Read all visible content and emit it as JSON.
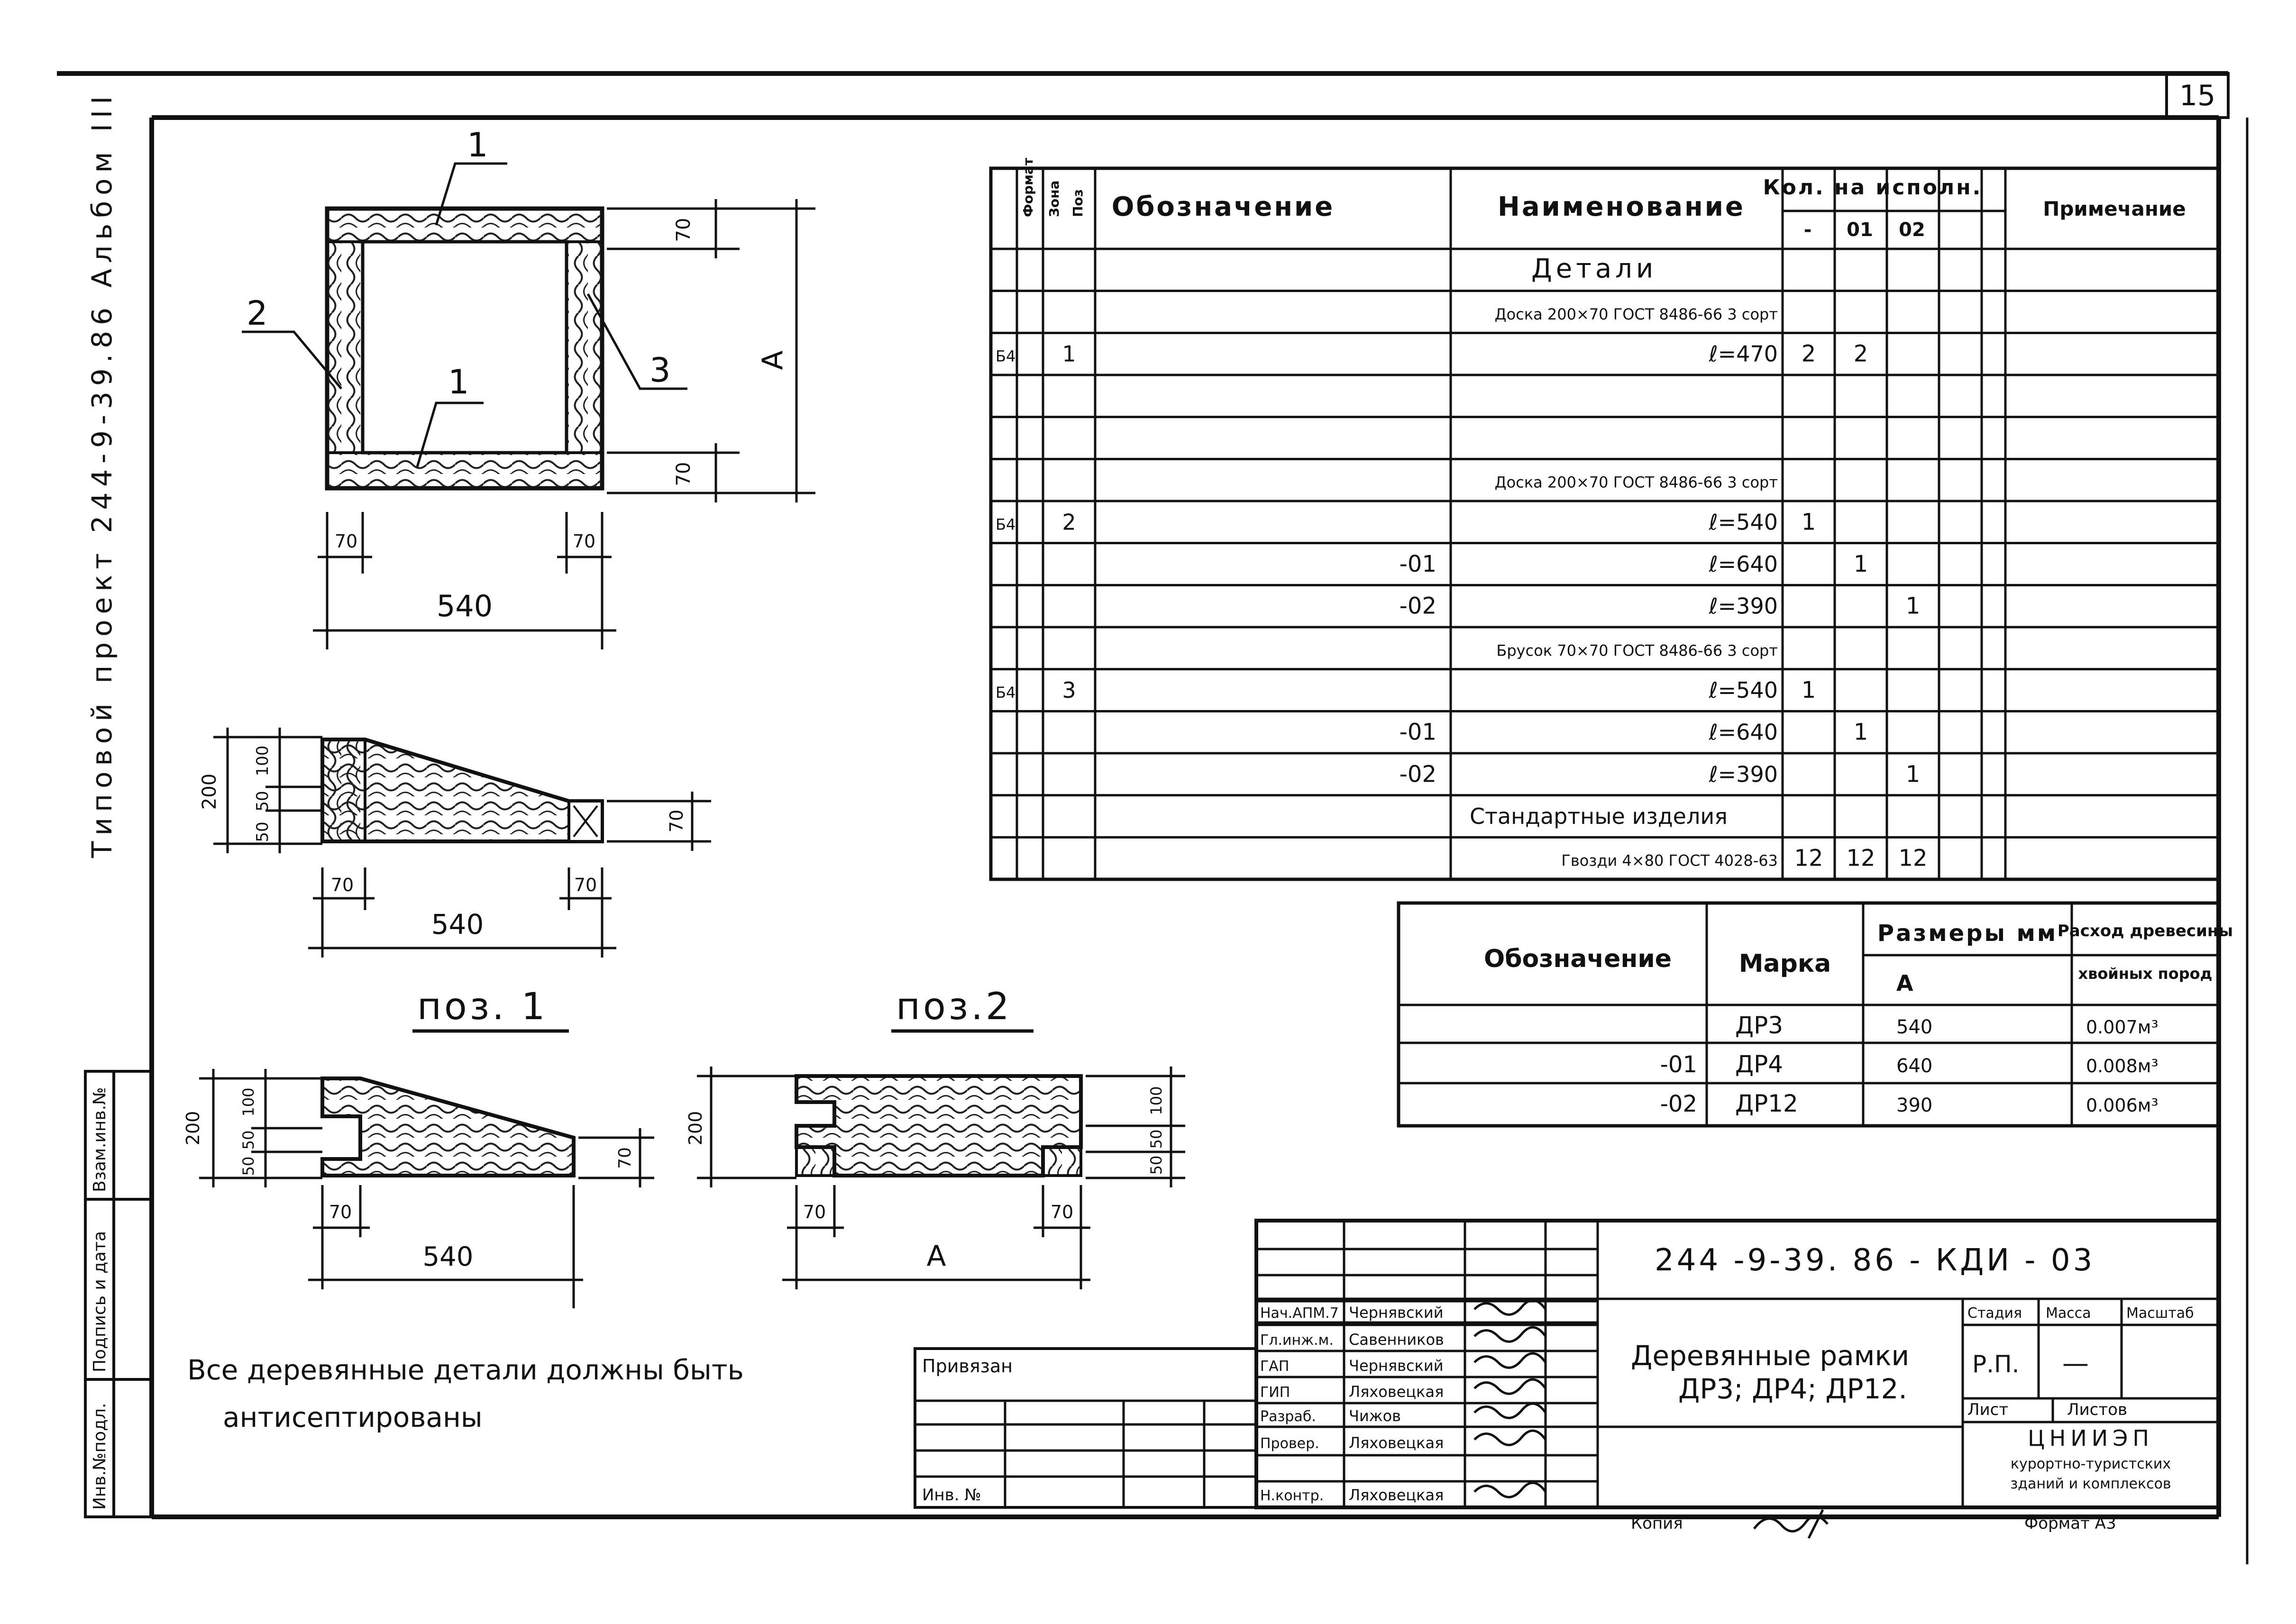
{
  "sheet_number": "15",
  "side_label": "Типовой проект 244-9-39.86 Альбом III",
  "drawing_labels": {
    "leader_1_top": "1",
    "leader_2": "2",
    "leader_1_mid": "1",
    "leader_3": "3",
    "frame_dim_top": "70",
    "frame_dim_bottom": "70",
    "frame_dim_A": "А",
    "frame_dim_left": "70",
    "frame_dim_right": "70",
    "frame_dim_width": "540",
    "section_dim_200": "200",
    "section_dim_50a": "50",
    "section_dim_50b": "50",
    "section_dim_100": "100",
    "section_dim_70_right": "70",
    "section_dim_left": "70",
    "section_dim_right": "70",
    "section_dim_width": "540",
    "pos1_title": "поз. 1",
    "pos2_title": "поз.2",
    "pos1_dim_200": "200",
    "pos1_dim_50a": "50",
    "pos1_dim_50b": "50",
    "pos1_dim_100": "100",
    "pos1_dim_70_right": "70",
    "pos1_dim_left": "70",
    "pos1_dim_width": "540",
    "pos2_dim_200": "200",
    "pos2_dim_100": "100",
    "pos2_dim_50a": "50",
    "pos2_dim_50b": "50",
    "pos2_dim_left": "70",
    "pos2_dim_right": "70",
    "pos2_dim_A": "А"
  },
  "spec_table": {
    "headers": {
      "format": "Формат",
      "zone": "Зона",
      "pos": "Поз",
      "designation": "Обозначение",
      "name": "Наименование",
      "qty": "Кол. на исполн.",
      "qty_cols": [
        "-",
        "01",
        "02"
      ],
      "note": "Примечание"
    },
    "rows": [
      {
        "fmt": "",
        "pos": "",
        "des": "",
        "name": "Детали",
        "q0": "",
        "q1": "",
        "q2": ""
      },
      {
        "fmt": "",
        "pos": "",
        "des": "",
        "name": "Доска 200×70 ГОСТ 8486-66 3 сорт",
        "q0": "",
        "q1": "",
        "q2": ""
      },
      {
        "fmt": "Б4",
        "pos": "1",
        "des": "",
        "name": "ℓ=470",
        "q0": "2",
        "q1": "2",
        "q2": ""
      },
      {
        "fmt": "",
        "pos": "",
        "des": "",
        "name": "",
        "q0": "",
        "q1": "",
        "q2": ""
      },
      {
        "fmt": "",
        "pos": "",
        "des": "",
        "name": "",
        "q0": "",
        "q1": "",
        "q2": ""
      },
      {
        "fmt": "",
        "pos": "",
        "des": "",
        "name": "Доска 200×70 ГОСТ 8486-66 3 сорт",
        "q0": "",
        "q1": "",
        "q2": ""
      },
      {
        "fmt": "Б4",
        "pos": "2",
        "des": "",
        "name": "ℓ=540",
        "q0": "1",
        "q1": "",
        "q2": ""
      },
      {
        "fmt": "",
        "pos": "",
        "des": "-01",
        "name": "ℓ=640",
        "q0": "",
        "q1": "1",
        "q2": ""
      },
      {
        "fmt": "",
        "pos": "",
        "des": "-02",
        "name": "ℓ=390",
        "q0": "",
        "q1": "",
        "q2": "1"
      },
      {
        "fmt": "",
        "pos": "",
        "des": "",
        "name": "Брусок 70×70 ГОСТ 8486-66 3 сорт",
        "q0": "",
        "q1": "",
        "q2": ""
      },
      {
        "fmt": "Б4",
        "pos": "3",
        "des": "",
        "name": "ℓ=540",
        "q0": "1",
        "q1": "",
        "q2": ""
      },
      {
        "fmt": "",
        "pos": "",
        "des": "-01",
        "name": "ℓ=640",
        "q0": "",
        "q1": "1",
        "q2": ""
      },
      {
        "fmt": "",
        "pos": "",
        "des": "-02",
        "name": "ℓ=390",
        "q0": "",
        "q1": "",
        "q2": "1"
      },
      {
        "fmt": "",
        "pos": "",
        "des": "",
        "name": "Стандартные изделия",
        "q0": "",
        "q1": "",
        "q2": ""
      },
      {
        "fmt": "",
        "pos": "",
        "des": "",
        "name": "Гвозди 4×80 ГОСТ 4028-63",
        "q0": "12",
        "q1": "12",
        "q2": "12"
      }
    ]
  },
  "marks_table": {
    "headers": {
      "designation": "Обозначение",
      "mark": "Марка",
      "sizes": "Размеры мм",
      "sizes_sub": "А",
      "wood": "Расход древесины",
      "wood_sub": "хвойных пород"
    },
    "rows": [
      {
        "des": "",
        "mark": "ДР3",
        "a": "540",
        "wood": "0.007м³"
      },
      {
        "des": "-01",
        "mark": "ДР4",
        "a": "640",
        "wood": "0.008м³"
      },
      {
        "des": "-02",
        "mark": "ДР12",
        "a": "390",
        "wood": "0.006м³"
      }
    ]
  },
  "note_line1": "Все деревянные детали должны быть",
  "note_line2": "антисептированы",
  "tied_block": {
    "label": "Привязан",
    "inv_label": "Инв. №"
  },
  "title_block": {
    "doc_code": "244 -9-39. 86 - КДИ - 03",
    "roles": [
      {
        "role": "Нач.АПМ.7",
        "name": "Чернявский"
      },
      {
        "role": "Гл.инж.м.",
        "name": "Савенников"
      },
      {
        "role": "ГАП",
        "name": "Чернявский"
      },
      {
        "role": "ГИП",
        "name": "Ляховецкая"
      },
      {
        "role": "Разраб.",
        "name": "Чижов"
      },
      {
        "role": "Провер.",
        "name": "Ляховецкая"
      },
      {
        "role": "Н.контр.",
        "name": "Ляховецкая"
      }
    ],
    "drawing_title_line1": "Деревянные рамки",
    "drawing_title_line2": "ДР3; ДР4; ДР12.",
    "stage_label": "Стадия",
    "mass_label": "Масса",
    "scale_label": "Масштаб",
    "stage_value": "Р.П.",
    "mass_value": "—",
    "sheet_label": "Лист",
    "sheets_label": "Листов",
    "org_line1": "ЦНИИЭП",
    "org_line2": "курортно-туристских",
    "org_line3": "зданий и комплексов",
    "copy_label": "Копия",
    "format_label": "Формат А3"
  },
  "left_strip": {
    "inv_podl": "Инв.№подл.",
    "podpis": "Подпись и дата",
    "vzam": "Взам.инв.№"
  }
}
